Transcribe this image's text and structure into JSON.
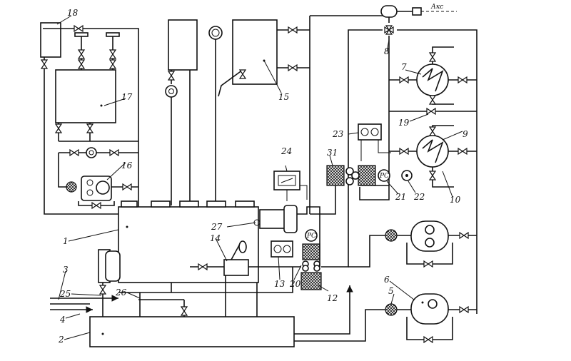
{
  "labels": {
    "l1": "1",
    "l2": "2",
    "l3": "3",
    "l4": "4",
    "l5": "5",
    "l6": "6",
    "l7": "7",
    "l8": "8",
    "l9": "9",
    "l10": "10",
    "l12": "12",
    "l13": "13",
    "l14": "14",
    "l15": "15",
    "l16": "16",
    "l17": "17",
    "l18": "18",
    "l19": "19",
    "l20": "20",
    "l21": "21",
    "l22": "22",
    "l23": "23",
    "l24": "24",
    "l25": "25",
    "l26": "26",
    "l27": "27",
    "l31": "31"
  },
  "annotations": {
    "aux_air": "Акс",
    "pc1": "РС",
    "pc2": "РС"
  }
}
